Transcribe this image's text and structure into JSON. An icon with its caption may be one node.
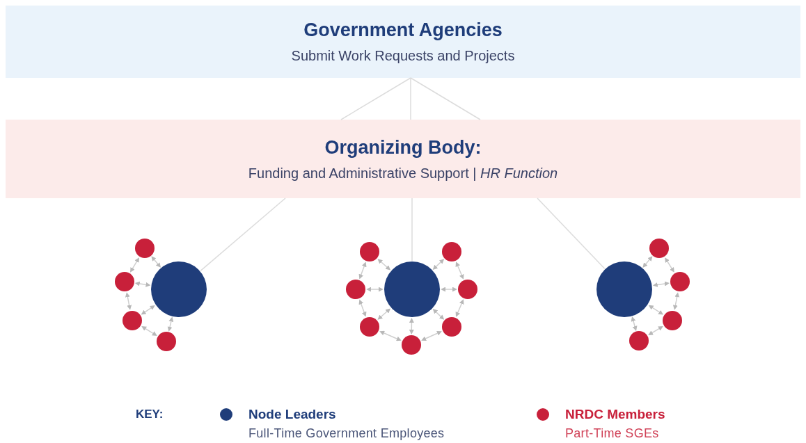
{
  "diagram": {
    "nodes": [
      {
        "text": [
          "Government Agencies",
          "Submit Work Requests and Projects"
        ]
      },
      {
        "text": [
          "Organizing Body:",
          "Funding and Administrative Support | *HR Function*"
        ]
      },
      {
        "text": [],
        "shape": "circle"
      },
      {
        "text": [],
        "shape": "circle"
      },
      {
        "text": [],
        "shape": "circle"
      },
      {
        "text": [],
        "shape": "circle"
      },
      {
        "text": [],
        "shape": "circle"
      },
      {
        "text": [],
        "shape": "circle"
      },
      {
        "text": [],
        "shape": "circle"
      },
      {
        "text": [],
        "shape": "circle"
      },
      {
        "text": [],
        "shape": "circle"
      },
      {
        "text": [],
        "shape": "circle"
      },
      {
        "text": [],
        "shape": "circle"
      },
      {
        "text": [],
        "shape": "circle"
      },
      {
        "text": [],
        "shape": "circle"
      },
      {
        "text": [],
        "shape": "circle"
      },
      {
        "text": [],
        "shape": "circle"
      },
      {
        "text": [],
        "shape": "circle"
      },
      {
        "text": [],
        "shape": "circle"
      },
      {
        "text": [],
        "shape": "circle"
      }
    ],
    "edges": [
      {
        "from": 0,
        "to": 1,
        "arrow": "none"
      },
      {
        "from": 0,
        "to": 1,
        "arrow": "none"
      },
      {
        "from": 0,
        "to": 1,
        "arrow": "none"
      },
      {
        "from": 1,
        "to": 2,
        "arrow": "none"
      },
      {
        "from": 1,
        "to": 7,
        "arrow": "none"
      },
      {
        "from": 1,
        "to": 15,
        "arrow": "none"
      },
      {
        "from": 2,
        "to": 3,
        "arrow": "both"
      },
      {
        "from": 2,
        "to": 4,
        "arrow": "both"
      },
      {
        "from": 2,
        "to": 5,
        "arrow": "both"
      },
      {
        "from": 2,
        "to": 6,
        "arrow": "both"
      },
      {
        "from": 3,
        "to": 4,
        "arrow": "both"
      },
      {
        "from": 4,
        "to": 5,
        "arrow": "both"
      },
      {
        "from": 5,
        "to": 6,
        "arrow": "both"
      },
      {
        "from": 7,
        "to": 8,
        "arrow": "both"
      },
      {
        "from": 7,
        "to": 9,
        "arrow": "both"
      },
      {
        "from": 7,
        "to": 10,
        "arrow": "both"
      },
      {
        "from": 7,
        "to": 11,
        "arrow": "both"
      },
      {
        "from": 7,
        "to": 12,
        "arrow": "both"
      },
      {
        "from": 7,
        "to": 13,
        "arrow": "both"
      },
      {
        "from": 7,
        "to": 14,
        "arrow": "both"
      },
      {
        "from": 8,
        "to": 9,
        "arrow": "both"
      },
      {
        "from": 9,
        "to": 10,
        "arrow": "both"
      },
      {
        "from": 10,
        "to": 11,
        "arrow": "both"
      },
      {
        "from": 11,
        "to": 12,
        "arrow": "both"
      },
      {
        "from": 12,
        "to": 13,
        "arrow": "both"
      },
      {
        "from": 13,
        "to": 14,
        "arrow": "both"
      },
      {
        "from": 15,
        "to": 16,
        "arrow": "both"
      },
      {
        "from": 15,
        "to": 17,
        "arrow": "both"
      },
      {
        "from": 15,
        "to": 18,
        "arrow": "both"
      },
      {
        "from": 15,
        "to": 19,
        "arrow": "both"
      },
      {
        "from": 16,
        "to": 17,
        "arrow": "both"
      },
      {
        "from": 17,
        "to": 18,
        "arrow": "both"
      },
      {
        "from": 18,
        "to": 19,
        "arrow": "both"
      }
    ],
    "labels": [
      "KEY:",
      "Full-Time Government Employees",
      "Part-Time SGEs"
    ],
    "legend": [
      {
        "text": "Node Leaders",
        "color": "#1f3d7a"
      },
      {
        "text": "NRDC Members",
        "color": "#c8203a"
      }
    ]
  }
}
